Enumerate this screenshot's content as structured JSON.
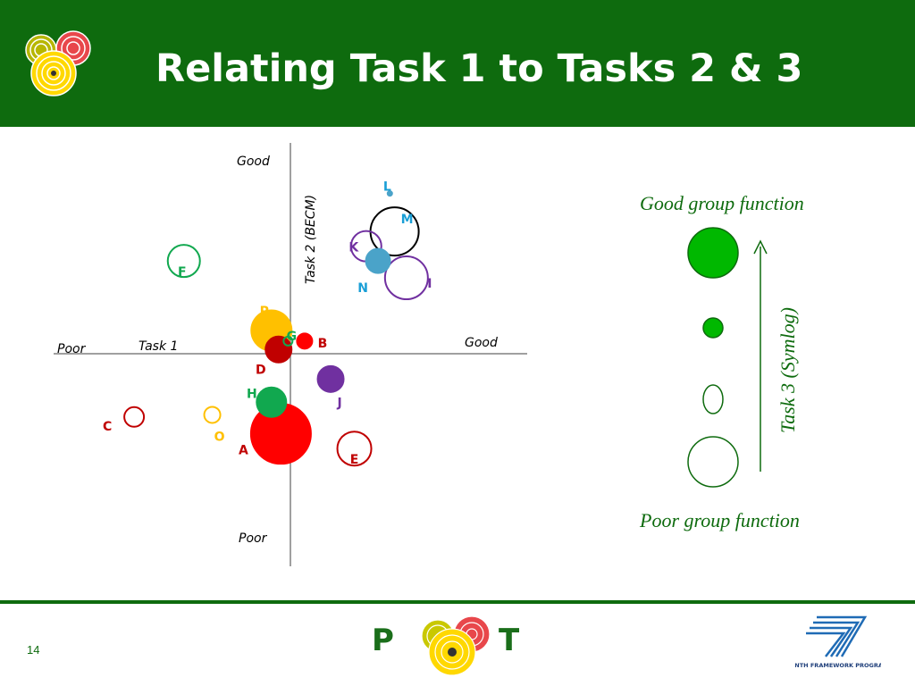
{
  "slide": {
    "title": "Relating Task 1 to Tasks 2 & 3",
    "page_number": "14"
  },
  "colors": {
    "header_green": "#0e6b0e",
    "red": "#ff0000",
    "dark_red": "#c00000",
    "green": "#11a84f",
    "bright_green": "#00b800",
    "purple": "#7030a0",
    "blue": "#4aa3c9",
    "cyan_text": "#1a9fd6",
    "orange": "#ffc000",
    "black": "#000000"
  },
  "chart_data": {
    "type": "scatter",
    "xlabel": "Task 1",
    "ylabel": "Task 2 (BECM)",
    "x_axis_ends": {
      "low": "Poor",
      "high": "Good"
    },
    "y_axis_ends": {
      "low": "Poor",
      "high": "Good"
    },
    "xlim": [
      -1,
      1
    ],
    "ylim": [
      -1,
      1
    ],
    "size_encoding": "Task 3 (Symlog)",
    "points": [
      {
        "label": "A",
        "x": -0.04,
        "y": -0.38,
        "r": 34,
        "filled": true,
        "color": "#ff0000",
        "label_color": "#c00000"
      },
      {
        "label": "B",
        "x": 0.06,
        "y": 0.06,
        "r": 9,
        "filled": true,
        "color": "#ff0000",
        "label_color": "#c00000"
      },
      {
        "label": "C",
        "x": -0.66,
        "y": -0.3,
        "r": 11,
        "filled": false,
        "color": "#c00000",
        "label_color": "#c00000"
      },
      {
        "label": "D",
        "x": -0.05,
        "y": 0.02,
        "r": 15,
        "filled": true,
        "color": "#c00000",
        "label_color": "#c00000"
      },
      {
        "label": "E",
        "x": 0.27,
        "y": -0.45,
        "r": 19,
        "filled": false,
        "color": "#c00000",
        "label_color": "#c00000"
      },
      {
        "label": "F",
        "x": -0.45,
        "y": 0.44,
        "r": 18,
        "filled": false,
        "color": "#11a84f",
        "label_color": "#11a84f"
      },
      {
        "label": "G",
        "x": -0.01,
        "y": 0.06,
        "r": 5,
        "filled": false,
        "color": "#11a84f",
        "label_color": "#11a84f"
      },
      {
        "label": "H",
        "x": -0.08,
        "y": -0.23,
        "r": 17,
        "filled": true,
        "color": "#11a84f",
        "label_color": "#11a84f"
      },
      {
        "label": "I",
        "x": 0.49,
        "y": 0.36,
        "r": 24,
        "filled": false,
        "color": "#7030a0",
        "label_color": "#7030a0"
      },
      {
        "label": "J",
        "x": 0.17,
        "y": -0.12,
        "r": 15,
        "filled": true,
        "color": "#7030a0",
        "label_color": "#7030a0"
      },
      {
        "label": "K",
        "x": 0.32,
        "y": 0.51,
        "r": 17,
        "filled": false,
        "color": "#7030a0",
        "label_color": "#7030a0"
      },
      {
        "label": "L",
        "x": 0.42,
        "y": 0.76,
        "r": 3,
        "filled": true,
        "color": "#4aa3c9",
        "label_color": "#1a9fd6"
      },
      {
        "label": "M",
        "x": 0.44,
        "y": 0.58,
        "r": 27,
        "filled": false,
        "color": "#000000",
        "label_color": "#1a9fd6"
      },
      {
        "label": "N",
        "x": 0.37,
        "y": 0.44,
        "r": 14,
        "filled": true,
        "color": "#4aa3c9",
        "label_color": "#1a9fd6"
      },
      {
        "label": "O",
        "x": -0.33,
        "y": -0.29,
        "r": 9,
        "filled": false,
        "color": "#ffc000",
        "label_color": "#ffc000"
      },
      {
        "label": "P",
        "x": -0.08,
        "y": 0.11,
        "r": 23,
        "filled": true,
        "color": "#ffc000",
        "label_color": "#ffc000"
      }
    ]
  },
  "legend": {
    "top_label": "Good group function",
    "bottom_label": "Poor group function",
    "axis_label": "Task 3 (Symlog)",
    "circles": [
      {
        "filled": true,
        "color": "#00b800",
        "stroke": "#0e6b0e"
      },
      {
        "filled": true,
        "color": "#00b800",
        "stroke": "#0e6b0e"
      },
      {
        "filled": false,
        "color": "none",
        "stroke": "#0e6b0e"
      },
      {
        "filled": false,
        "color": "none",
        "stroke": "#0e6b0e"
      }
    ]
  },
  "footer": {
    "logo_letters": {
      "left": "P",
      "right": "T"
    },
    "fp7_text": "SEVENTH FRAMEWORK PROGRAMME"
  }
}
